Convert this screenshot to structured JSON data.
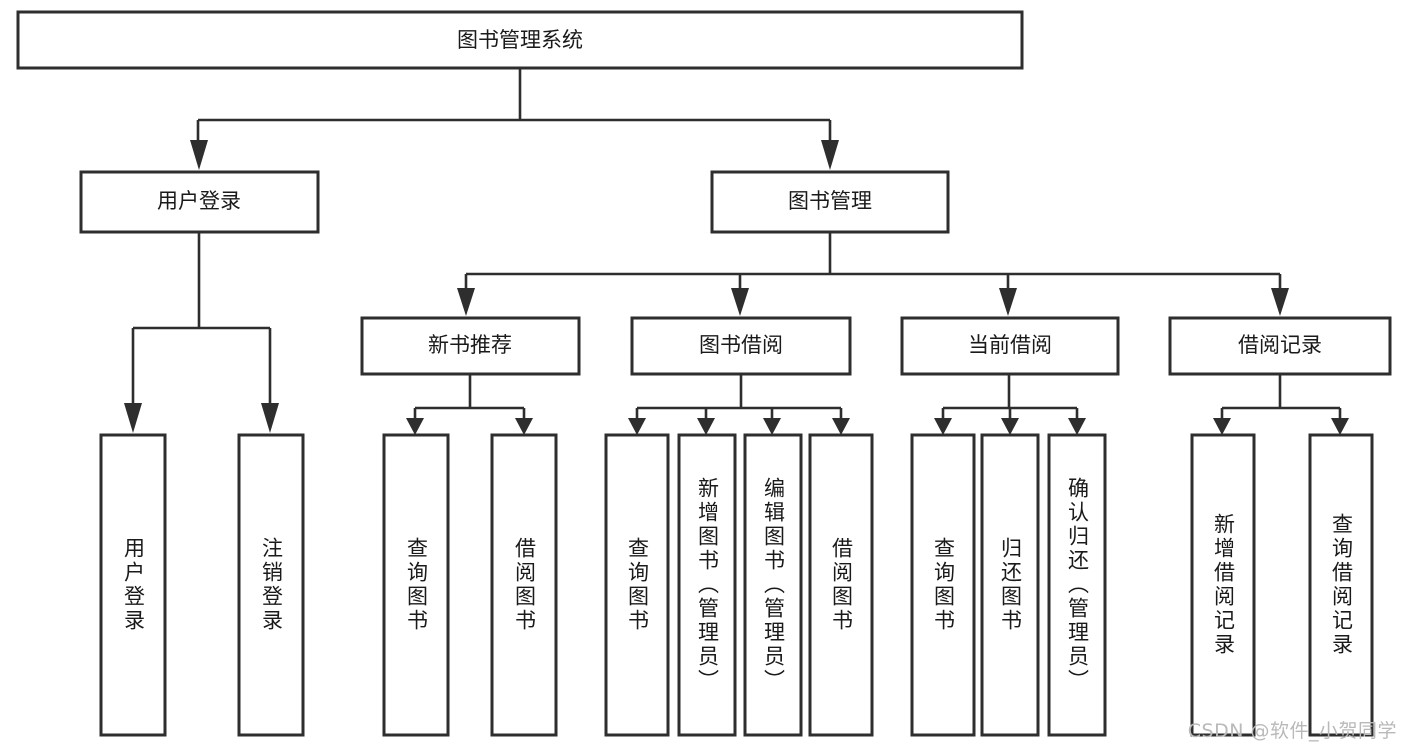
{
  "diagram": {
    "type": "tree",
    "title": "图书管理系统",
    "root": {
      "label": "图书管理系统",
      "name": "root-node"
    },
    "level2": [
      {
        "label": "用户登录",
        "name": "node-user-login"
      },
      {
        "label": "图书管理",
        "name": "node-book-management"
      }
    ],
    "level3": [
      {
        "label": "新书推荐",
        "name": "node-new-book-recommend",
        "parent": "图书管理"
      },
      {
        "label": "图书借阅",
        "name": "node-book-borrow",
        "parent": "图书管理"
      },
      {
        "label": "当前借阅",
        "name": "node-current-borrow",
        "parent": "图书管理"
      },
      {
        "label": "借阅记录",
        "name": "node-borrow-record",
        "parent": "图书管理"
      }
    ],
    "leaves": {
      "user_login": [
        {
          "label": "用户登录",
          "name": "leaf-user-login"
        },
        {
          "label": "注销登录",
          "name": "leaf-user-logout"
        }
      ],
      "new_book_recommend": [
        {
          "label": "查询图书",
          "name": "leaf-query-book-1"
        },
        {
          "label": "借阅图书",
          "name": "leaf-borrow-book-1"
        }
      ],
      "book_borrow": [
        {
          "label": "查询图书",
          "name": "leaf-query-book-2"
        },
        {
          "label": "新增图书（管理员）",
          "name": "leaf-add-book-admin"
        },
        {
          "label": "编辑图书（管理员）",
          "name": "leaf-edit-book-admin"
        },
        {
          "label": "借阅图书",
          "name": "leaf-borrow-book-2"
        }
      ],
      "current_borrow": [
        {
          "label": "查询图书",
          "name": "leaf-query-book-3"
        },
        {
          "label": "归还图书",
          "name": "leaf-return-book"
        },
        {
          "label": "确认归还（管理员）",
          "name": "leaf-confirm-return-admin"
        }
      ],
      "borrow_record": [
        {
          "label": "新增借阅记录",
          "name": "leaf-add-borrow-record"
        },
        {
          "label": "查询借阅记录",
          "name": "leaf-query-borrow-record"
        }
      ]
    }
  },
  "watermark": {
    "text": "CSDN @软件_小贺同学"
  },
  "colors": {
    "stroke": "#2e2e2e",
    "fill": "#ffffff",
    "text": "#1a1a1a",
    "watermark": "#b9b9b9"
  }
}
